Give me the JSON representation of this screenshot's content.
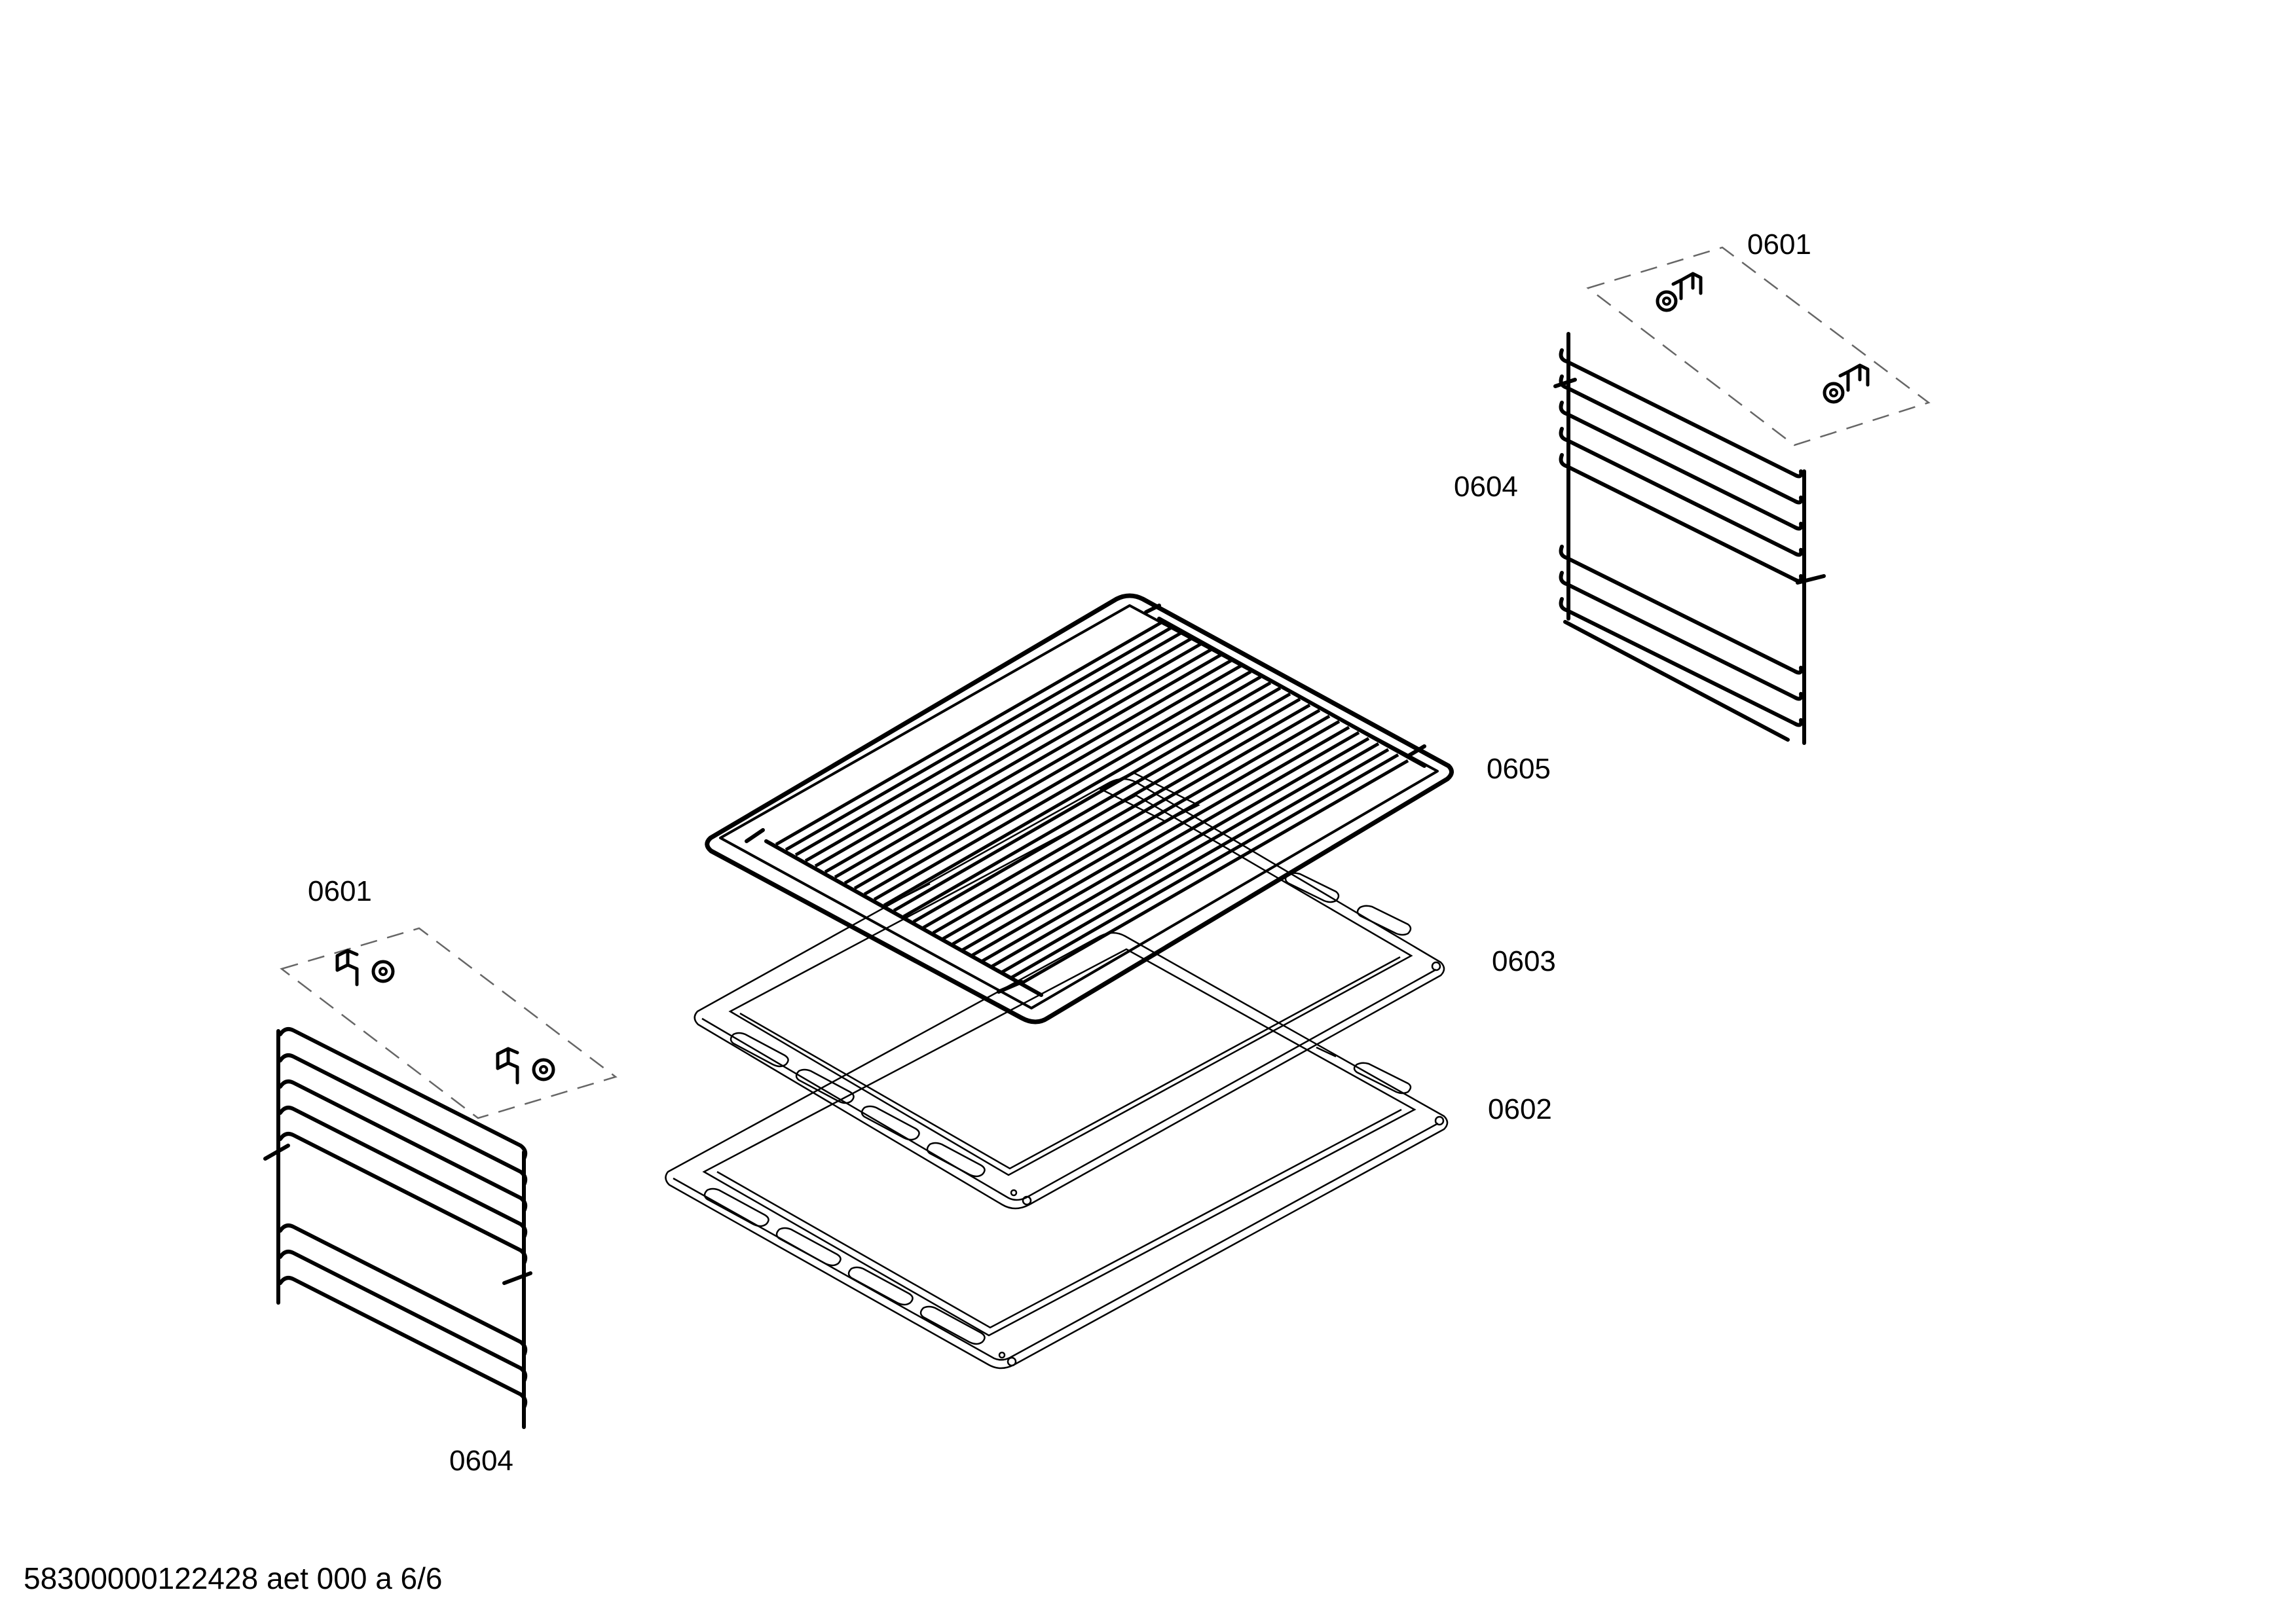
{
  "callouts": {
    "c0601_top_right": "0601",
    "c0604_top_right": "0604",
    "c0605": "0605",
    "c0603": "0603",
    "c0602": "0602",
    "c0601_left": "0601",
    "c0604_bottom_left": "0604"
  },
  "footer": {
    "document_id": "58300000122428 aet 000 a 6/6"
  },
  "parts": [
    {
      "id": "0601",
      "icon": "clip-icon"
    },
    {
      "id": "0602",
      "icon": "deep-tray-icon"
    },
    {
      "id": "0603",
      "icon": "baking-tray-icon"
    },
    {
      "id": "0604",
      "icon": "side-rail-icon"
    },
    {
      "id": "0605",
      "icon": "wire-rack-icon"
    }
  ]
}
